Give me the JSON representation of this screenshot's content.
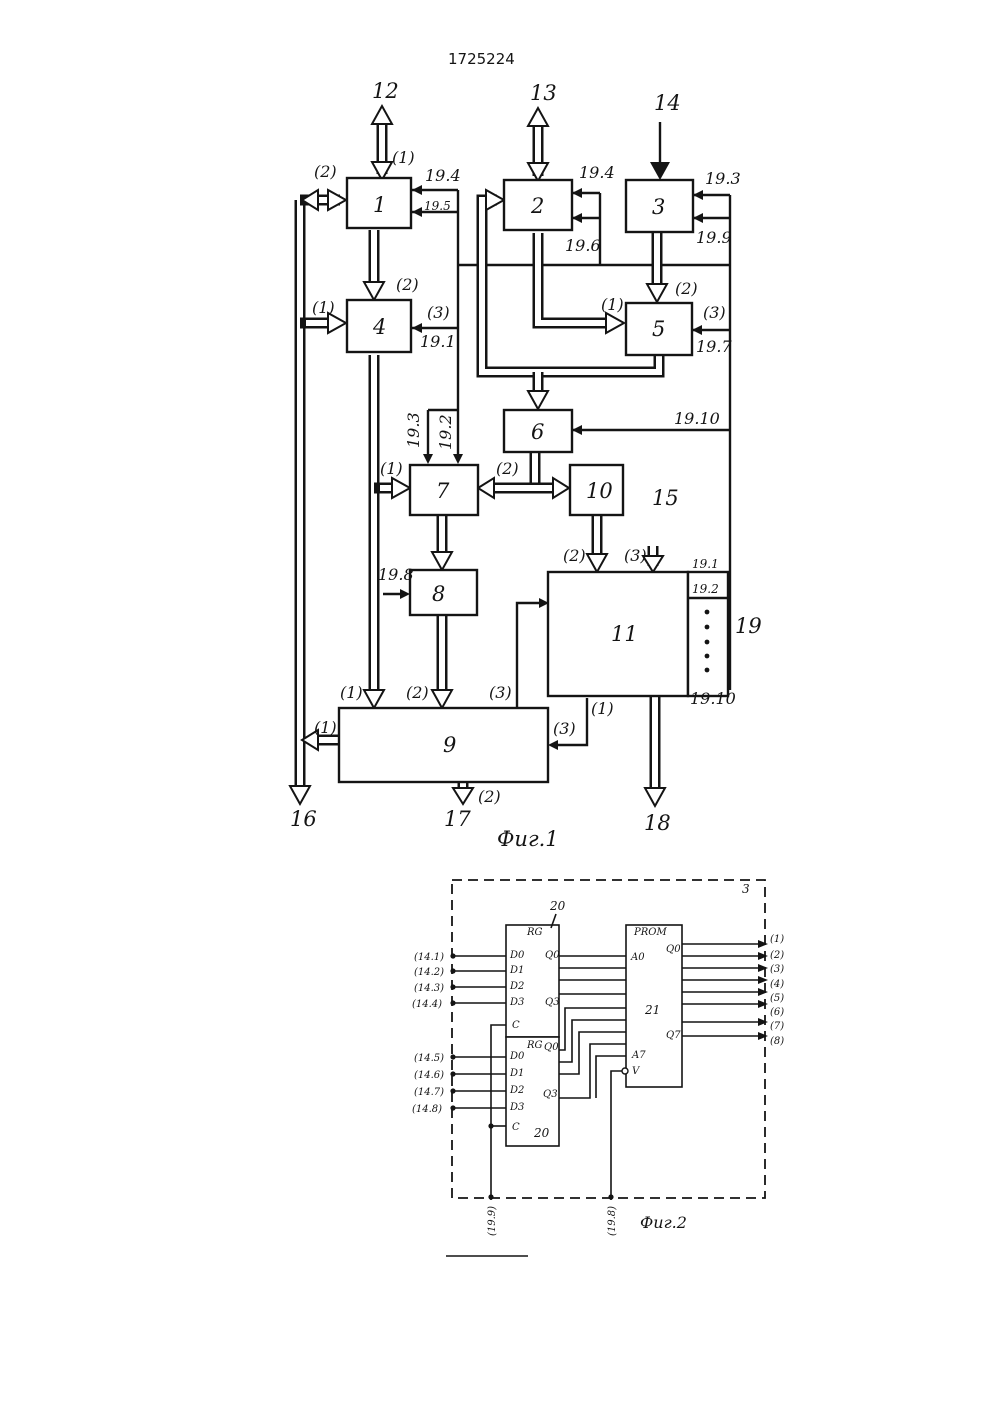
{
  "doc": {
    "number": "1725224"
  },
  "fig1": {
    "caption": "Фиг.1",
    "blocks": {
      "b1": "1",
      "b2": "2",
      "b3": "3",
      "b4": "4",
      "b5": "5",
      "b6": "6",
      "b7": "7",
      "b8": "8",
      "b9": "9",
      "b10": "10",
      "b11": "11"
    },
    "ext": {
      "e12": "12",
      "e13": "13",
      "e14": "14",
      "e15": "15",
      "e16": "16",
      "e17": "17",
      "e18": "18",
      "e19": "19"
    },
    "ports": {
      "p1": "(1)",
      "p2": "(2)",
      "p3": "(3)"
    },
    "signals": {
      "s191": "19.1",
      "s192": "19.2",
      "s193": "19.3",
      "s194": "19.4",
      "s195": "19.5",
      "s196": "19.6",
      "s197": "19.7",
      "s198": "19.8",
      "s199": "19.9",
      "s1910": "19.10"
    }
  },
  "fig2": {
    "caption": "Фиг.2",
    "block_label": "3",
    "reg_label": "20",
    "prom_label": "21",
    "rg": "RG",
    "prom": "PROM",
    "reg_inputs": [
      "D0",
      "D1",
      "D2",
      "D3"
    ],
    "reg_outputs": [
      "Q0",
      "Q3"
    ],
    "clock": "C",
    "prom_pins": {
      "a0": "A0",
      "a7": "A7",
      "v": "V",
      "q0": "Q0",
      "q7": "Q7"
    },
    "inputs": [
      "(14.1)",
      "(14.2)",
      "(14.3)",
      "(14.4)",
      "(14.5)",
      "(14.6)",
      "(14.7)",
      "(14.8)"
    ],
    "outputs": [
      "(1)",
      "(2)",
      "(3)",
      "(4)",
      "(5)",
      "(6)",
      "(7)",
      "(8)"
    ],
    "bottom": {
      "c199": "(19.9)",
      "c198": "(19.8)"
    }
  }
}
